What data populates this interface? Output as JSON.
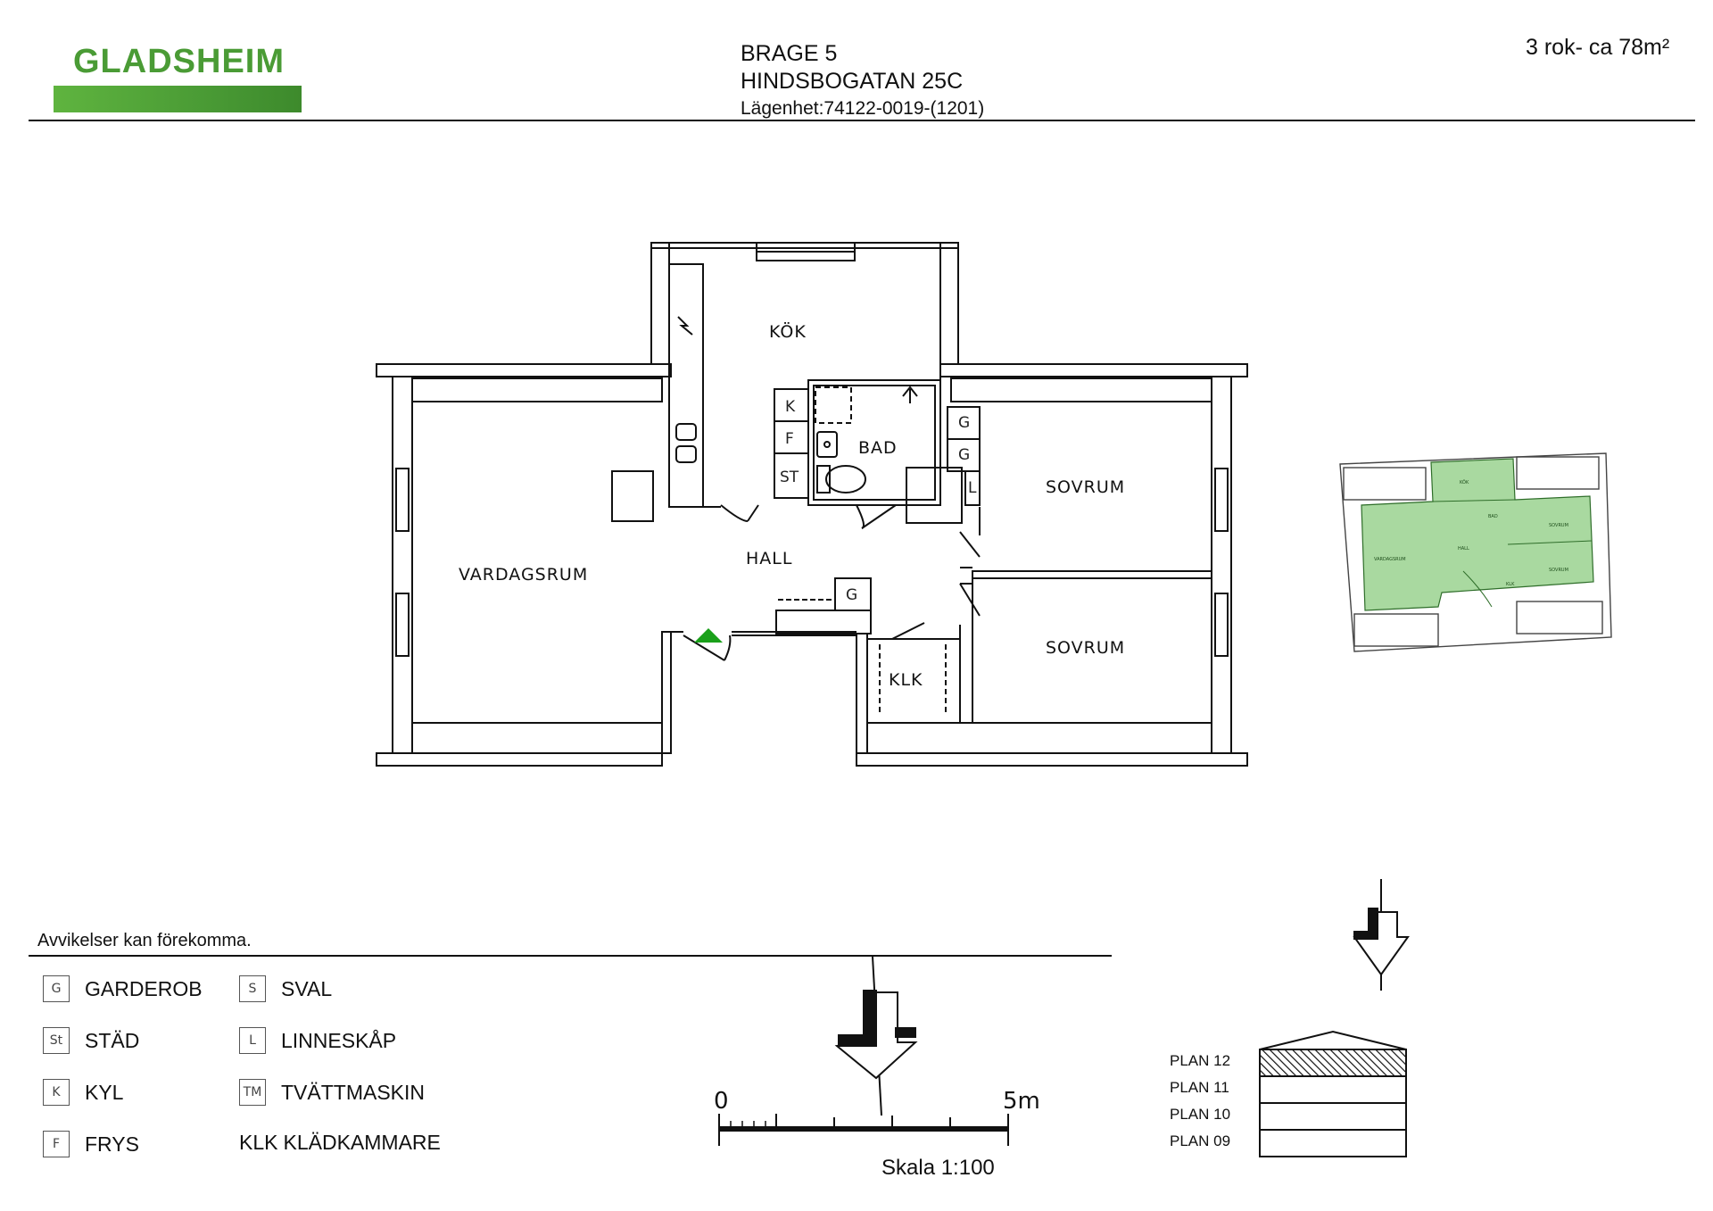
{
  "header": {
    "brand": "GLADSHEIM",
    "building": "BRAGE 5",
    "address": "HINDSBOGATAN 25C",
    "apartment": "Lägenhet:74122-0019-(1201)",
    "size": "3 rok- ca 78m²"
  },
  "rooms": {
    "kitchen": "KÖK",
    "bath": "BAD",
    "bedroom_1": "SOVRUM",
    "bedroom_2": "SOVRUM",
    "living": "VARDAGSRUM",
    "hall": "HALL",
    "walk_in": "KLK"
  },
  "fixtures": {
    "fridge": "K",
    "freezer": "F",
    "cleaning": "ST",
    "wardrobe": "G",
    "linen": "L"
  },
  "note": "Avvikelser kan förekomma.",
  "legend": [
    {
      "code": "G",
      "label": "GARDEROB"
    },
    {
      "code": "St",
      "label": "STÄD"
    },
    {
      "code": "K",
      "label": "KYL"
    },
    {
      "code": "F",
      "label": "FRYS"
    },
    {
      "code": "S",
      "label": "SVAL"
    },
    {
      "code": "L",
      "label": "LINNESKÅP"
    },
    {
      "code": "TM",
      "label": "TVÄTTMASKIN"
    },
    {
      "code": "KLK",
      "label": "KLÄDKAMMARE"
    }
  ],
  "scale": {
    "start": "0",
    "end": "5m",
    "label": "Skala 1:100"
  },
  "plans": [
    "PLAN 12",
    "PLAN 11",
    "PLAN 10",
    "PLAN 09"
  ],
  "mini_plan": {
    "kitchen": "KÖK",
    "bath": "BAD",
    "bedroom_1": "SOVRUM",
    "bedroom_2": "SOVRUM",
    "living": "VARDAGSRUM",
    "hall": "HALL",
    "walk_in": "KLK"
  },
  "colors": {
    "brand": "#4a9b35",
    "highlight": "#a9d9a0",
    "entrance": "#1aa01a"
  }
}
